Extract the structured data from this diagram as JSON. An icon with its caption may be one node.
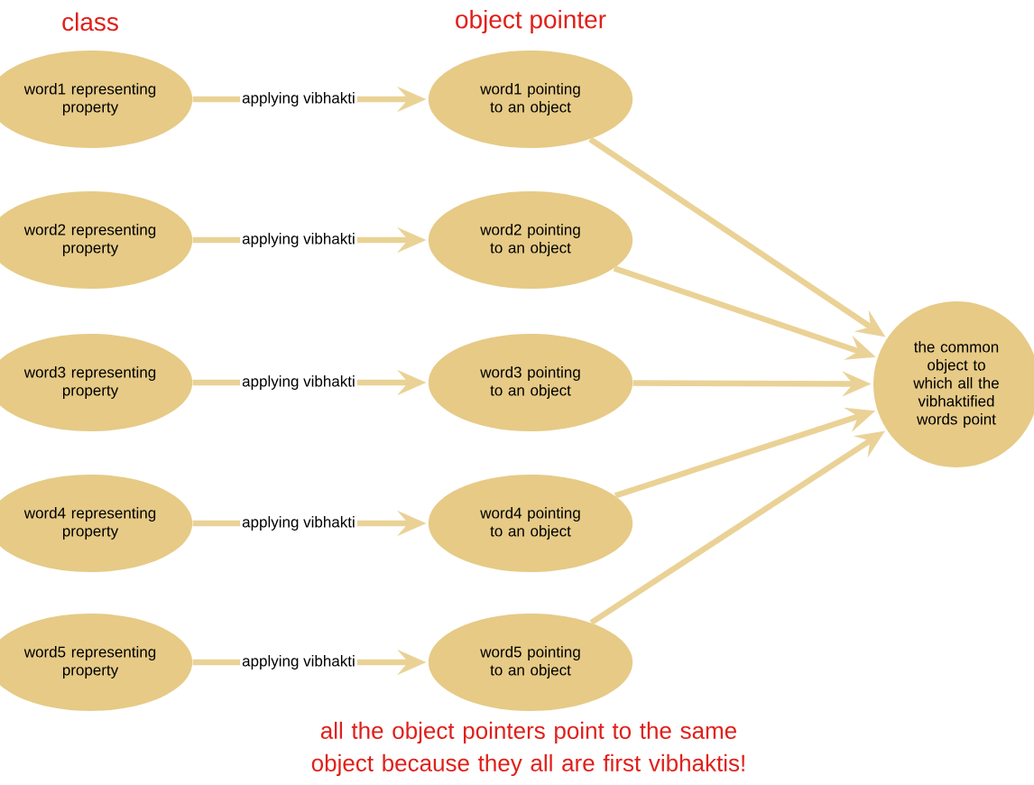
{
  "diagram": {
    "caption": "all the object pointers point to the same object because they all are first vibhaktis!",
    "nodes": [
      {
        "text": [
          "word1 representing property"
        ]
      },
      {
        "text": [
          "word1 pointing to an object"
        ]
      },
      {
        "text": [
          "word2 representing property"
        ]
      },
      {
        "text": [
          "word2 pointing to an object"
        ]
      },
      {
        "text": [
          "word3 representing property"
        ]
      },
      {
        "text": [
          "word3 pointing to an object"
        ]
      },
      {
        "text": [
          "word4 representing property"
        ]
      },
      {
        "text": [
          "word4 pointing to an object"
        ]
      },
      {
        "text": [
          "word5 representing property"
        ]
      },
      {
        "text": [
          "word5 pointing to an object"
        ]
      },
      {
        "text": [
          "the common object to which all the vibhaktified words point"
        ]
      }
    ],
    "edges": [
      {
        "from": 0,
        "to": 1,
        "arrow": "to",
        "label": "applying vibhakti"
      },
      {
        "from": 2,
        "to": 3,
        "arrow": "to",
        "label": "applying vibhakti"
      },
      {
        "from": 4,
        "to": 5,
        "arrow": "to",
        "label": "applying vibhakti"
      },
      {
        "from": 6,
        "to": 7,
        "arrow": "to",
        "label": "applying vibhakti"
      },
      {
        "from": 8,
        "to": 9,
        "arrow": "to",
        "label": "applying vibhakti"
      },
      {
        "from": 1,
        "to": 10,
        "arrow": "to"
      },
      {
        "from": 3,
        "to": 10,
        "arrow": "to"
      },
      {
        "from": 5,
        "to": 10,
        "arrow": "to"
      },
      {
        "from": 7,
        "to": 10,
        "arrow": "to"
      },
      {
        "from": 9,
        "to": 10,
        "arrow": "to"
      }
    ],
    "labels": [
      "class",
      "object pointer"
    ]
  }
}
